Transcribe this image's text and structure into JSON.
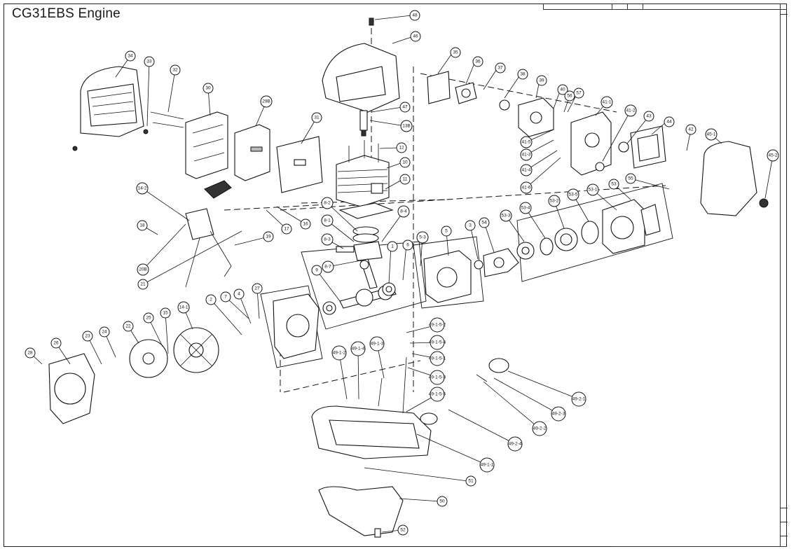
{
  "page": {
    "title": "CG31EBS Engine"
  },
  "callouts": [
    {
      "label": "34"
    },
    {
      "label": "33"
    },
    {
      "label": "32"
    },
    {
      "label": "30"
    },
    {
      "label": "29B"
    },
    {
      "label": "31"
    },
    {
      "label": "48"
    },
    {
      "label": "46"
    },
    {
      "label": "47"
    },
    {
      "label": "13B"
    },
    {
      "label": "12"
    },
    {
      "label": "10"
    },
    {
      "label": "11"
    },
    {
      "label": "35"
    },
    {
      "label": "36"
    },
    {
      "label": "37"
    },
    {
      "label": "38"
    },
    {
      "label": "39"
    },
    {
      "label": "40"
    },
    {
      "label": "57"
    },
    {
      "label": "56"
    },
    {
      "label": "41-1"
    },
    {
      "label": "41-2"
    },
    {
      "label": "43"
    },
    {
      "label": "44"
    },
    {
      "label": "42"
    },
    {
      "label": "45-1"
    },
    {
      "label": "45-2"
    },
    {
      "label": "41-5"
    },
    {
      "label": "41-3"
    },
    {
      "label": "41-4"
    },
    {
      "label": "41-6"
    },
    {
      "label": "14-2"
    },
    {
      "label": "18"
    },
    {
      "label": "20B"
    },
    {
      "label": "21"
    },
    {
      "label": "19"
    },
    {
      "label": "17"
    },
    {
      "label": "16"
    },
    {
      "label": "8-2"
    },
    {
      "label": "8-1"
    },
    {
      "label": "8-4"
    },
    {
      "label": "8-3"
    },
    {
      "label": "8-7"
    },
    {
      "label": "9"
    },
    {
      "label": "1"
    },
    {
      "label": "6"
    },
    {
      "label": "5-3"
    },
    {
      "label": "5"
    },
    {
      "label": "3"
    },
    {
      "label": "54"
    },
    {
      "label": "53-3"
    },
    {
      "label": "53-4"
    },
    {
      "label": "53-2"
    },
    {
      "label": "53-5"
    },
    {
      "label": "53-1"
    },
    {
      "label": "53"
    },
    {
      "label": "55"
    },
    {
      "label": "2"
    },
    {
      "label": "7"
    },
    {
      "label": "4"
    },
    {
      "label": "27"
    },
    {
      "label": "25"
    },
    {
      "label": "15"
    },
    {
      "label": "14-1"
    },
    {
      "label": "22"
    },
    {
      "label": "24"
    },
    {
      "label": "23"
    },
    {
      "label": "26"
    },
    {
      "label": "28"
    },
    {
      "label": "49-1-5-2"
    },
    {
      "label": "49-1-5-4"
    },
    {
      "label": "49-1-5-1"
    },
    {
      "label": "49-1-5-3"
    },
    {
      "label": "49-1-5-5"
    },
    {
      "label": "49-1-3"
    },
    {
      "label": "49-1-4"
    },
    {
      "label": "49-1-2"
    },
    {
      "label": "49-2-1"
    },
    {
      "label": "49-2-3"
    },
    {
      "label": "49-2-2"
    },
    {
      "label": "49-2-4"
    },
    {
      "label": "49-1-1"
    },
    {
      "label": "51"
    },
    {
      "label": "50"
    },
    {
      "label": "52"
    }
  ]
}
